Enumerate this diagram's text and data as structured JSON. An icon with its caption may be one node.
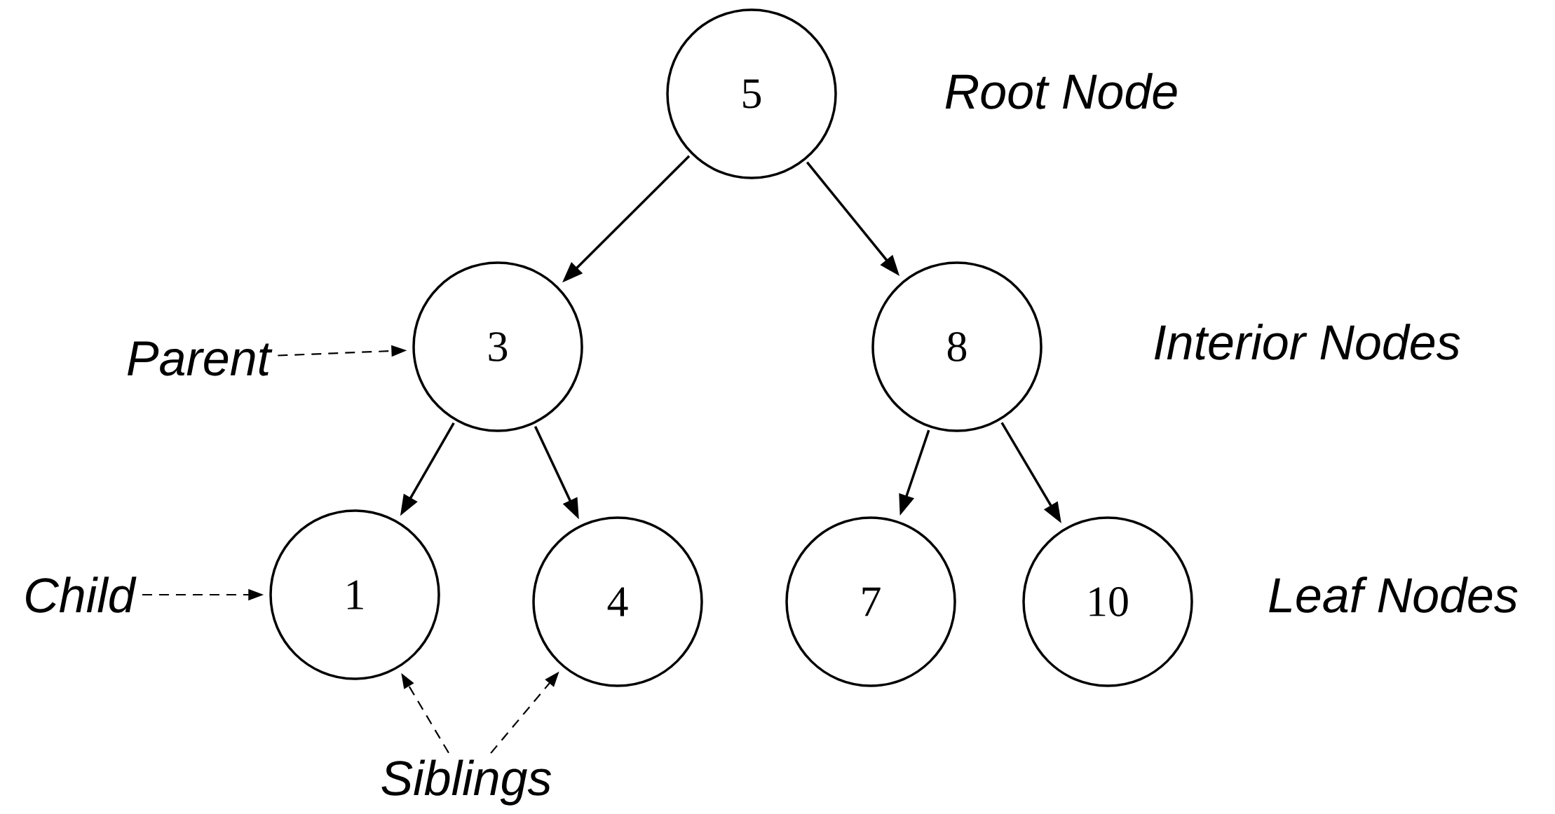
{
  "diagram": {
    "nodes": [
      {
        "text": [
          "5"
        ]
      },
      {
        "text": [
          "Parent"
        ]
      },
      {
        "text": [
          "3"
        ]
      },
      {
        "text": [
          "8"
        ]
      },
      {
        "text": [
          "Child"
        ]
      },
      {
        "text": [
          "1"
        ]
      },
      {
        "text": [
          "4"
        ]
      },
      {
        "text": [
          "7"
        ]
      },
      {
        "text": [
          "10"
        ]
      },
      {
        "text": [
          "Siblings"
        ]
      }
    ],
    "edges": [
      {
        "from": 0,
        "to": 2,
        "arrow": "to"
      },
      {
        "from": 0,
        "to": 3,
        "arrow": "to"
      },
      {
        "from": 1,
        "to": 2,
        "arrow": "to",
        "style": "dashed"
      },
      {
        "from": 2,
        "to": 5,
        "arrow": "to"
      },
      {
        "from": 2,
        "to": 6,
        "arrow": "to"
      },
      {
        "from": 3,
        "to": 7,
        "arrow": "to"
      },
      {
        "from": 3,
        "to": 8,
        "arrow": "to"
      },
      {
        "from": 4,
        "to": 5,
        "arrow": "to",
        "style": "dashed"
      },
      {
        "from": 9,
        "to": 5,
        "arrow": "to",
        "style": "dashed"
      },
      {
        "from": 9,
        "to": 6,
        "arrow": "to",
        "style": "dashed"
      }
    ],
    "labels": [
      "Root Node",
      "Interior Nodes",
      "Leaf Nodes"
    ]
  }
}
